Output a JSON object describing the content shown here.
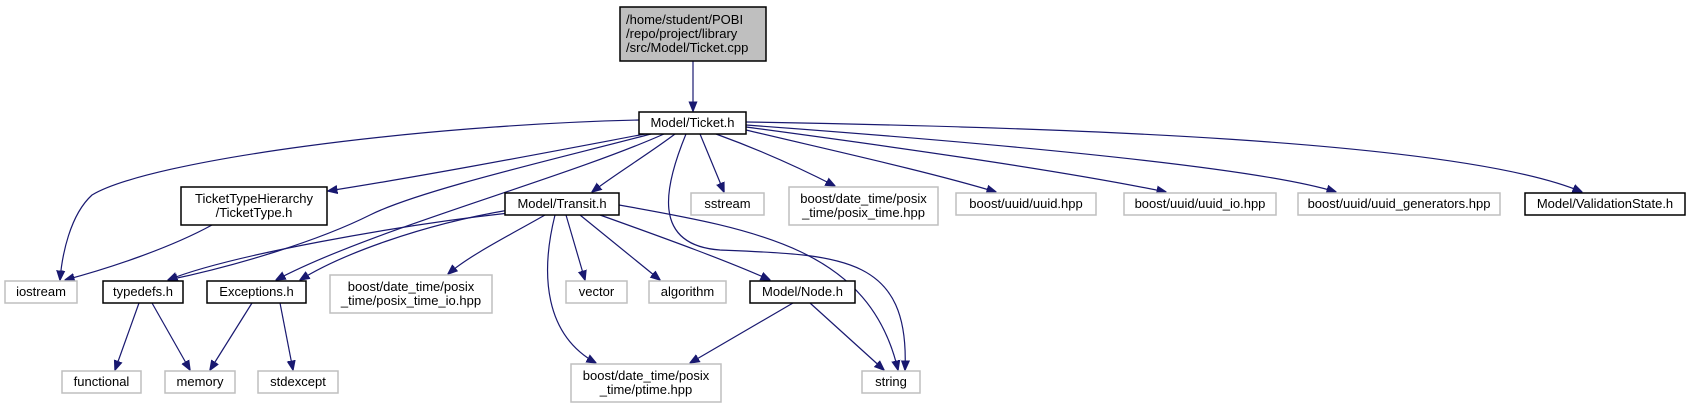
{
  "colors": {
    "edge": "#191970",
    "root_fill": "#bfbfbf",
    "node_stroke": "#000000",
    "external_stroke": "#bfbfbf",
    "background": "#ffffff"
  },
  "nodes": {
    "ticket_cpp": {
      "lines": [
        "/home/student/POBI",
        "/repo/project/library",
        "/src/Model/Ticket.cpp"
      ],
      "kind": "root"
    },
    "ticket_h": {
      "lines": [
        "Model/Ticket.h"
      ],
      "kind": "documented"
    },
    "tickettype_h": {
      "lines": [
        "TicketTypeHierarchy",
        "/TicketType.h"
      ],
      "kind": "documented"
    },
    "transit_h": {
      "lines": [
        "Model/Transit.h"
      ],
      "kind": "documented"
    },
    "sstream": {
      "lines": [
        "sstream"
      ],
      "kind": "external"
    },
    "posix_time_hpp": {
      "lines": [
        "boost/date_time/posix",
        "_time/posix_time.hpp"
      ],
      "kind": "external"
    },
    "uuid_hpp": {
      "lines": [
        "boost/uuid/uuid.hpp"
      ],
      "kind": "external"
    },
    "uuid_io_hpp": {
      "lines": [
        "boost/uuid/uuid_io.hpp"
      ],
      "kind": "external"
    },
    "uuid_generators_hpp": {
      "lines": [
        "boost/uuid/uuid_generators.hpp"
      ],
      "kind": "external"
    },
    "validationstate_h": {
      "lines": [
        "Model/ValidationState.h"
      ],
      "kind": "documented"
    },
    "iostream": {
      "lines": [
        "iostream"
      ],
      "kind": "external"
    },
    "typedefs_h": {
      "lines": [
        "typedefs.h"
      ],
      "kind": "documented"
    },
    "exceptions_h": {
      "lines": [
        "Exceptions.h"
      ],
      "kind": "documented"
    },
    "posix_time_io_hpp": {
      "lines": [
        "boost/date_time/posix",
        "_time/posix_time_io.hpp"
      ],
      "kind": "external"
    },
    "vector": {
      "lines": [
        "vector"
      ],
      "kind": "external"
    },
    "algorithm": {
      "lines": [
        "algorithm"
      ],
      "kind": "external"
    },
    "node_h": {
      "lines": [
        "Model/Node.h"
      ],
      "kind": "documented"
    },
    "functional": {
      "lines": [
        "functional"
      ],
      "kind": "external"
    },
    "memory": {
      "lines": [
        "memory"
      ],
      "kind": "external"
    },
    "stdexcept": {
      "lines": [
        "stdexcept"
      ],
      "kind": "external"
    },
    "ptime_hpp": {
      "lines": [
        "boost/date_time/posix",
        "_time/ptime.hpp"
      ],
      "kind": "external"
    },
    "string": {
      "lines": [
        "string"
      ],
      "kind": "external"
    }
  },
  "edges": [
    {
      "from": "ticket_cpp",
      "to": "ticket_h"
    },
    {
      "from": "ticket_h",
      "to": "iostream"
    },
    {
      "from": "ticket_h",
      "to": "tickettype_h"
    },
    {
      "from": "ticket_h",
      "to": "typedefs_h"
    },
    {
      "from": "ticket_h",
      "to": "exceptions_h"
    },
    {
      "from": "ticket_h",
      "to": "transit_h"
    },
    {
      "from": "ticket_h",
      "to": "string"
    },
    {
      "from": "ticket_h",
      "to": "sstream"
    },
    {
      "from": "ticket_h",
      "to": "posix_time_hpp"
    },
    {
      "from": "ticket_h",
      "to": "uuid_hpp"
    },
    {
      "from": "ticket_h",
      "to": "uuid_io_hpp"
    },
    {
      "from": "ticket_h",
      "to": "uuid_generators_hpp"
    },
    {
      "from": "ticket_h",
      "to": "validationstate_h"
    },
    {
      "from": "tickettype_h",
      "to": "iostream"
    },
    {
      "from": "transit_h",
      "to": "typedefs_h"
    },
    {
      "from": "transit_h",
      "to": "exceptions_h"
    },
    {
      "from": "transit_h",
      "to": "posix_time_io_hpp"
    },
    {
      "from": "transit_h",
      "to": "ptime_hpp"
    },
    {
      "from": "transit_h",
      "to": "vector"
    },
    {
      "from": "transit_h",
      "to": "algorithm"
    },
    {
      "from": "transit_h",
      "to": "node_h"
    },
    {
      "from": "transit_h",
      "to": "string"
    },
    {
      "from": "typedefs_h",
      "to": "functional"
    },
    {
      "from": "typedefs_h",
      "to": "memory"
    },
    {
      "from": "exceptions_h",
      "to": "memory"
    },
    {
      "from": "exceptions_h",
      "to": "stdexcept"
    },
    {
      "from": "node_h",
      "to": "ptime_hpp"
    },
    {
      "from": "node_h",
      "to": "string"
    }
  ]
}
